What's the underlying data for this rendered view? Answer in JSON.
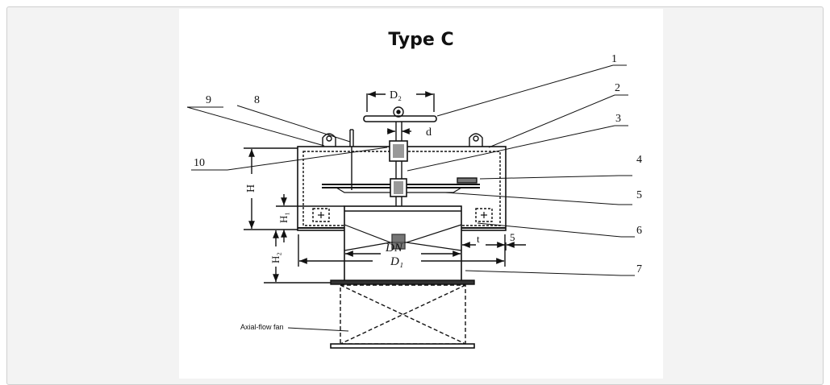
{
  "figure": {
    "title": "Type C",
    "part_numbers": [
      "1",
      "2",
      "3",
      "4",
      "5",
      "6",
      "7",
      "8",
      "9",
      "10"
    ],
    "dimensions": {
      "d2": "D₂",
      "d": "d",
      "h": "H",
      "h1": "H₁",
      "h2": "H₂",
      "dn": "DN",
      "d1": "D₁",
      "t": "t",
      "five": "5"
    },
    "fan_label": "Axial-flow fan"
  }
}
